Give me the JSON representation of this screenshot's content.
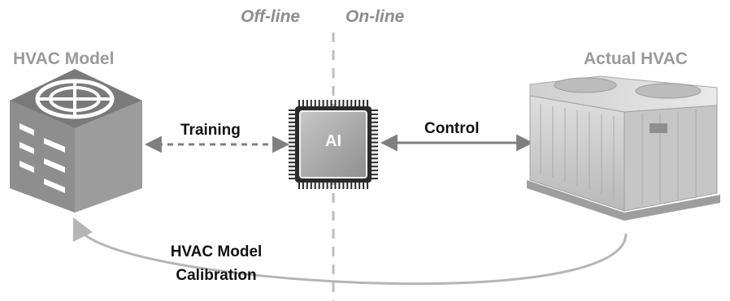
{
  "modes": {
    "offline_label": "Off-line",
    "online_label": "On-line"
  },
  "nodes": {
    "model_title": "HVAC Model",
    "actual_title": "Actual HVAC",
    "chip_label": "AI"
  },
  "edges": {
    "training_label": "Training",
    "control_label": "Control",
    "calibration_line1": "HVAC Model",
    "calibration_line2": "Calibration"
  },
  "icons": {
    "model": "hvac-cube-icon",
    "chip": "ai-chip-icon",
    "unit": "rooftop-hvac-unit-icon"
  },
  "colors": {
    "divider": "#bdbdbd",
    "mode_text": "#8c8c8c",
    "title_text": "#9a9a9a",
    "arrow": "#7f7f7f",
    "calibration_arc": "#b5b5b5",
    "cube": "#8a8a8a",
    "chip_body": "#a0a0a0",
    "edge_text": "#111111"
  }
}
